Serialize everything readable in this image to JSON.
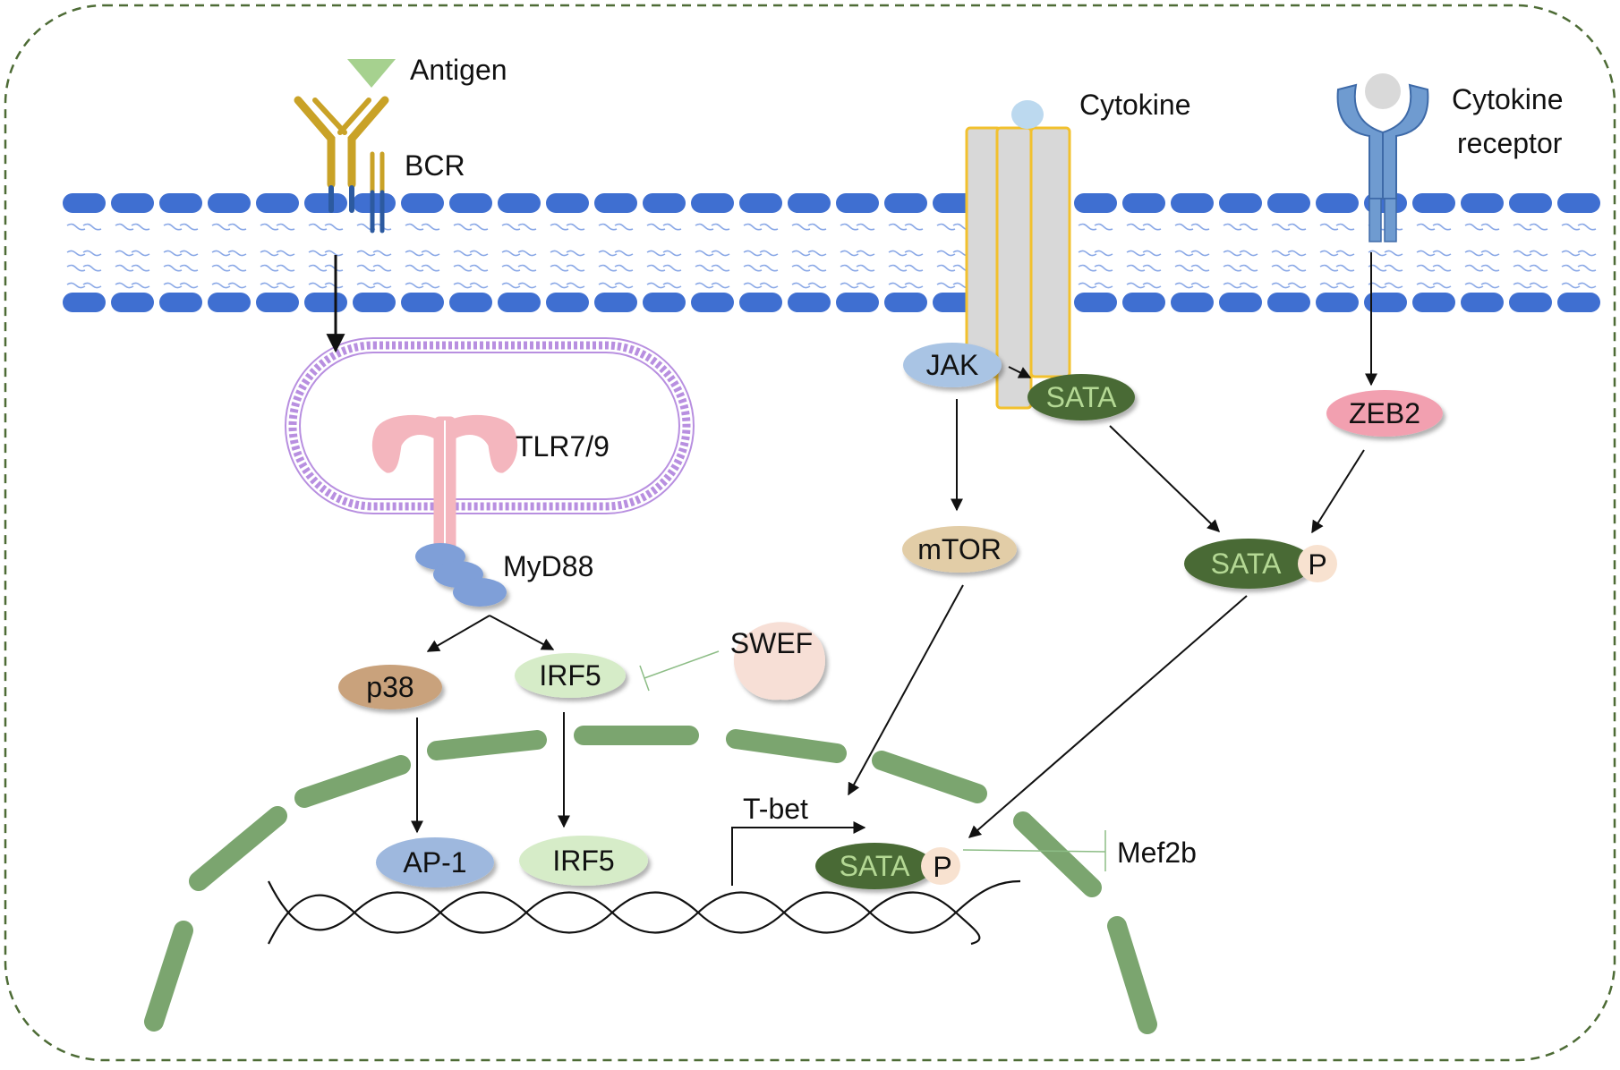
{
  "labels": {
    "antigen": "Antigen",
    "bcr": "BCR",
    "cytokine": "Cytokine",
    "cytokine_receptor_line1": "Cytokine",
    "cytokine_receptor_line2": "receptor",
    "tlr": "TLR7/9",
    "myd88": "MyD88",
    "tbet": "T-bet",
    "mef2b": "Mef2b"
  },
  "nodes": {
    "jak": "JAK",
    "sata_membrane": "SATA",
    "zeb2": "ZEB2",
    "mtor": "mTOR",
    "sata_p_cyto": "SATA",
    "p_cyto": "P",
    "p38": "p38",
    "irf5_cyto": "IRF5",
    "swef": "SWEF",
    "ap1": "AP-1",
    "irf5_nuc": "IRF5",
    "sata_p_nuc": "SATA",
    "p_nuc": "P"
  },
  "colors": {
    "membrane": "#3f6fd1",
    "tail": "#8aa8e6",
    "endosome": "#b88fe0",
    "bcr_gold": "#c9a227",
    "bcr_blue": "#2c5aa0",
    "receptor_blue": "#6f9bd0",
    "tlr_pink": "#f4b6be",
    "myd88_blue": "#7f9fd8",
    "jak": "#a9c4e4",
    "sata_dark": "#4a6b34",
    "sata_text": "#b4d894",
    "zeb2": "#f2a0b0",
    "mtor": "#e2cda7",
    "p38": "#c9a27c",
    "irf5": "#d6ecc8",
    "ap1": "#9eb8de",
    "phospho": "#f8e2d0",
    "nucleus": "#7ba56f",
    "border": "#4d6b35",
    "antigen": "#a6d18f",
    "cytokine": "#bcd9ef",
    "swef": "#f7dfd6"
  }
}
